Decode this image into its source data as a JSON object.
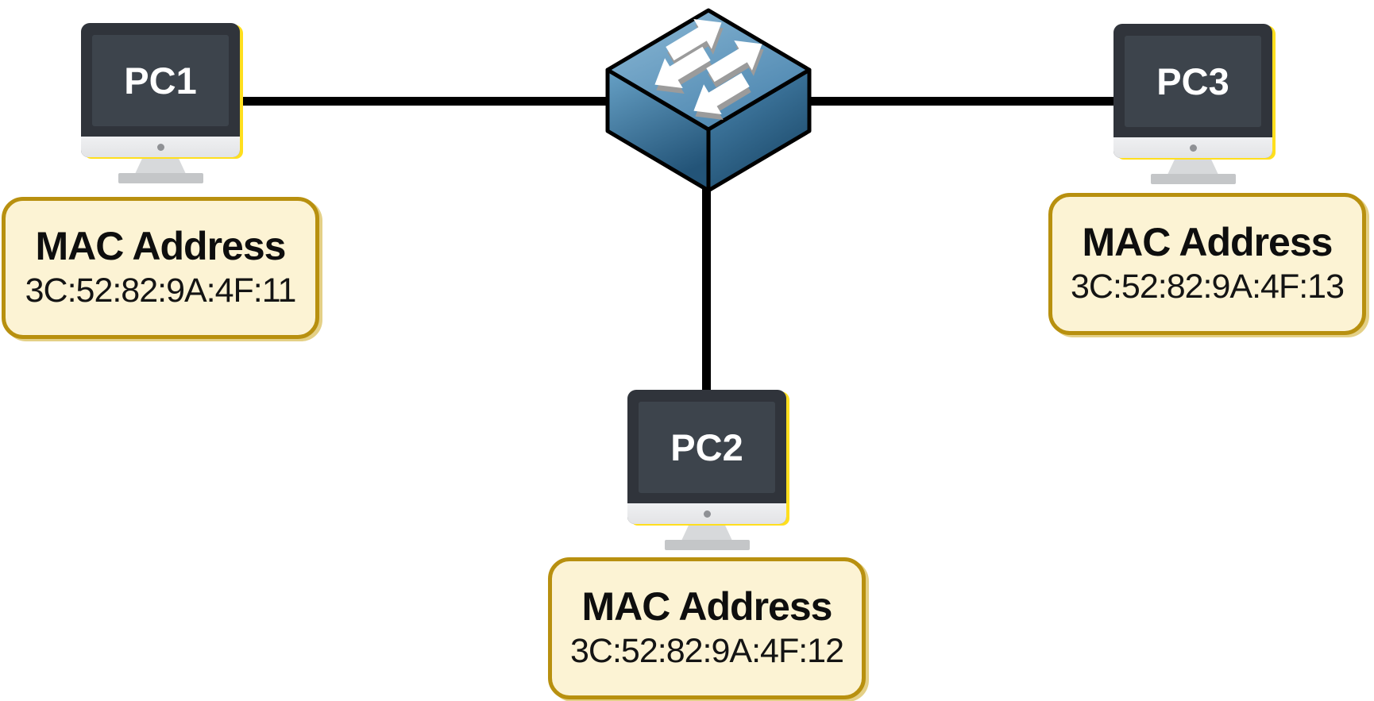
{
  "labels": {
    "mac_heading": "MAC Address"
  },
  "pcs": [
    {
      "name": "PC1",
      "mac": "3C:52:82:9A:4F:11"
    },
    {
      "name": "PC2",
      "mac": "3C:52:82:9A:4F:12"
    },
    {
      "name": "PC3",
      "mac": "3C:52:82:9A:4F:13"
    }
  ],
  "switch": {
    "type": "ethernet-switch",
    "icon": "network-switch-icon",
    "arrows_icon": "bidirectional-traffic-arrows"
  },
  "connections": [
    {
      "from": "PC1",
      "to": "Switch"
    },
    {
      "from": "PC2",
      "to": "Switch"
    },
    {
      "from": "PC3",
      "to": "Switch"
    }
  ],
  "colors": {
    "cable": "#000000",
    "label_box_bg": "#FCF3D4",
    "label_box_border": "#B8900F",
    "accent_yellow": "#FFDF1E",
    "monitor_bezel": "#30343B",
    "monitor_screen": "#3D444C",
    "switch_top_light": "#8CB9D6",
    "switch_top_dark": "#4A84AE",
    "switch_side_dark": "#1D4B6C",
    "arrow_fill": "#FFFFFF",
    "arrow_shadow": "#9B9B9B"
  }
}
